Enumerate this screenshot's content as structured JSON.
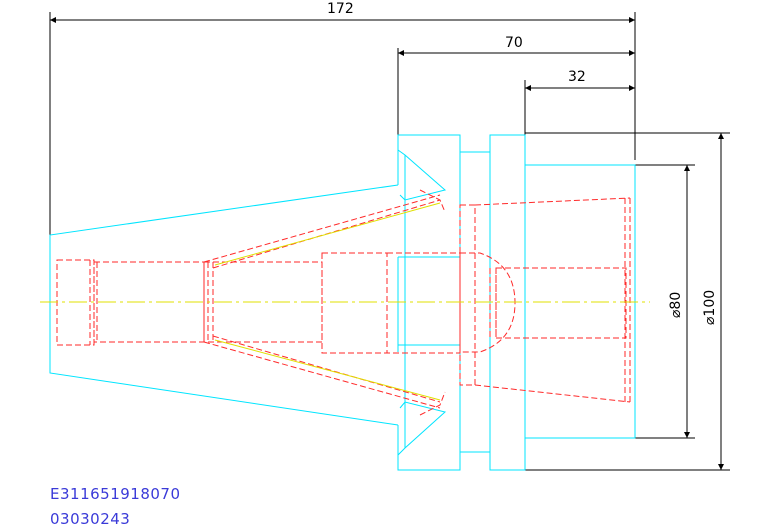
{
  "drawing": {
    "dimensions": {
      "overall_length": "172",
      "flange_length": "70",
      "nose_length": "32",
      "diameter_small": "⌀80",
      "diameter_large": "⌀100"
    },
    "codes": {
      "part_number": "E311651918070",
      "serial": "03030243"
    },
    "colors": {
      "outline": "#00ffff",
      "hidden_lines": "#ff0000",
      "centerline": "#ffff00",
      "dimension": "#000000",
      "code_text": "#3a3ad8"
    }
  }
}
